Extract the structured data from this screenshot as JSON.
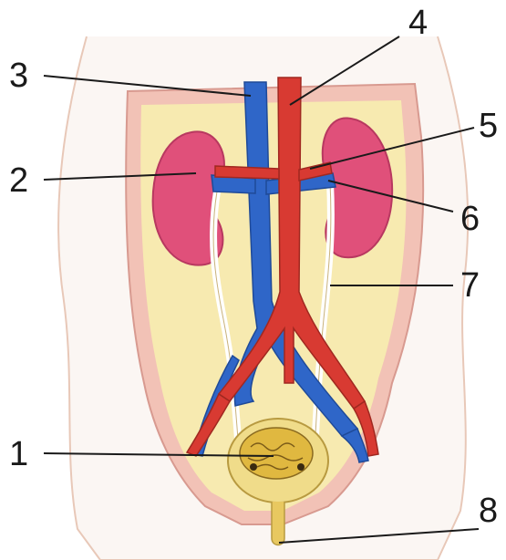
{
  "labels": {
    "l1": "1",
    "l2": "2",
    "l3": "3",
    "l4": "4",
    "l5": "5",
    "l6": "6",
    "l7": "7",
    "l8": "8"
  },
  "colors": {
    "body_outline": "#e8c8b8",
    "cavity_wall": "#f2b8b0",
    "cavity_fill": "#f7eab0",
    "kidney": "#e0507a",
    "vein": "#2f66c8",
    "artery": "#d83a32",
    "ureter": "#ffffff",
    "bladder": "#e8c860",
    "urethra": "#e0b840"
  }
}
